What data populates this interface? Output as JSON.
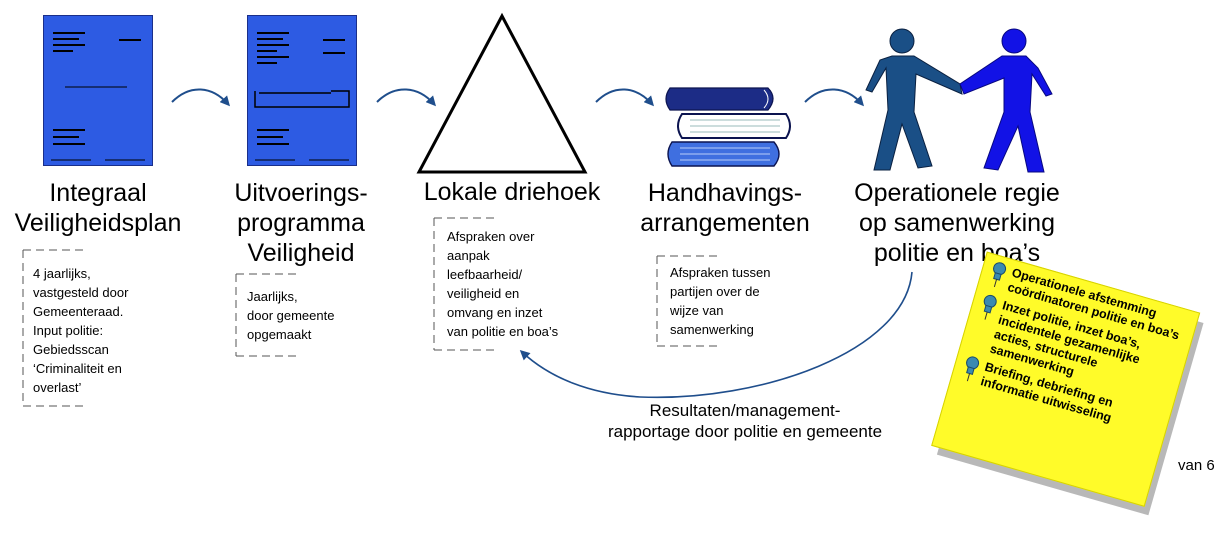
{
  "colors": {
    "doc_blue": "#2d5be3",
    "doc_border": "#1a2f8a",
    "arrow": "#1f4e8c",
    "books_navy": "#1c2c86",
    "books_blue": "#3f6fe0",
    "person_dark": "#1a4f86",
    "person_bright": "#1212e6",
    "sticky_yellow": "#fffb29",
    "pin": "#3a8ab0"
  },
  "steps": [
    {
      "icon": "document-icon",
      "title": "Integraal\nVeiligheidsplan",
      "note": "4 jaarlijks,\nvastgesteld door\nGemeenteraad.\nInput politie:\nGebiedsscan\n‘Criminaliteit en\noverlast’"
    },
    {
      "icon": "document-icon",
      "title": "Uitvoerings-\nprogramma\nVeiligheid",
      "note": "Jaarlijks,\ndoor gemeente\nopgemaakt"
    },
    {
      "icon": "triangle-icon",
      "title": "Lokale driehoek",
      "note": "Afspraken over\naanpak\nleefbaarheid/\nveiligheid en\nomvang en inzet\nvan politie en boa’s"
    },
    {
      "icon": "books-icon",
      "title": "Handhavings-\narrangementen",
      "note": "Afspraken tussen\npartijen over de\nwijze van\nsamenwerking"
    },
    {
      "icon": "handshake-icon",
      "title": "Operationele regie\nop samenwerking\npolitie en boa’s",
      "note": ""
    }
  ],
  "sticky": {
    "items": [
      "Operationele afstemming coördinatoren politie en boa’s",
      "Inzet politie, inzet boa’s, incidentele gezamenlijke acties, structurele samenwerking",
      "Briefing, debriefing en informatie uitwisseling"
    ]
  },
  "feedback_caption": "Resultaten/management-\nrapportage door politie en gemeente",
  "page_tag": "van 6"
}
